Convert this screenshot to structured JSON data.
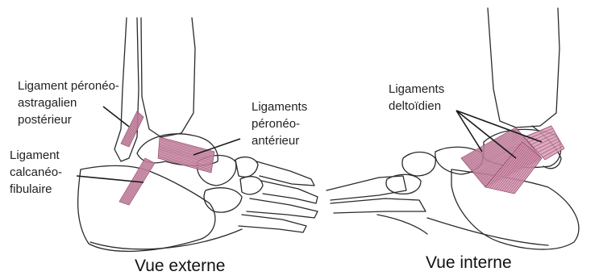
{
  "colors": {
    "ligament": "#d89bb4",
    "ligament_line": "#8a3f63",
    "bone_outline": "#2a2a2a",
    "background": "#ffffff"
  },
  "labels": {
    "ptal": [
      "Ligament péronéo-",
      "astragalien",
      "postérieur"
    ],
    "calc": [
      "Ligament",
      "calcanéo-",
      "fibulaire"
    ],
    "anterior": [
      "Ligaments",
      "péronéo-",
      "antérieur"
    ],
    "deltoid": [
      "Ligaments",
      "deltoïdien"
    ]
  },
  "captions": {
    "external": "Vue externe",
    "internal": "Vue interne"
  }
}
